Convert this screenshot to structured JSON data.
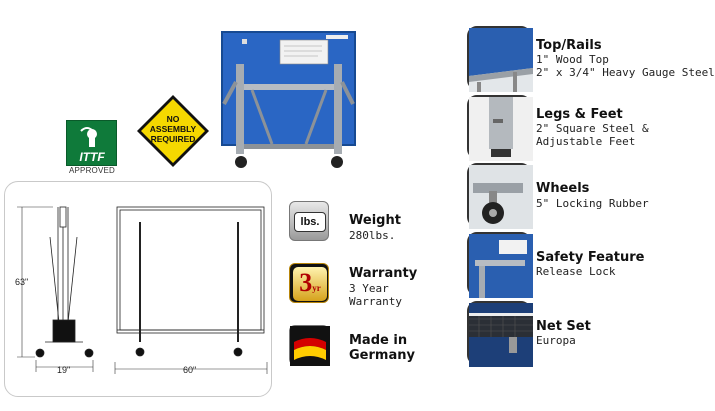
{
  "badges": {
    "ittf_logo_text": "ITTF",
    "ittf_caption": "APPROVED",
    "no_assembly_line1": "NO",
    "no_assembly_line2": "ASSEMBLY",
    "no_assembly_line3": "REQUIRED"
  },
  "diagram": {
    "height_label": "63\"",
    "depth_label": "19\"",
    "width_label": "60\""
  },
  "specs": [
    {
      "icon_text": "lbs.",
      "title": "Weight",
      "lines": [
        "280lbs."
      ]
    },
    {
      "icon_text": "3",
      "icon_suffix": "yr",
      "title": "Warranty",
      "lines": [
        "3 Year",
        "Warranty"
      ]
    },
    {
      "icon_text": "",
      "title_lines": [
        "Made in",
        "Germany"
      ],
      "lines": []
    }
  ],
  "features": [
    {
      "title": "Top/Rails",
      "lines": [
        "1\" Wood Top",
        "2\" x 3/4\" Heavy Gauge Steel"
      ]
    },
    {
      "title": "Legs & Feet",
      "lines": [
        "2\" Square Steel &",
        "Adjustable Feet"
      ]
    },
    {
      "title": "Wheels",
      "lines": [
        "5\" Locking Rubber"
      ]
    },
    {
      "title": "Safety Feature",
      "lines": [
        "Release Lock"
      ]
    },
    {
      "title": "Net Set",
      "lines": [
        "Europa"
      ]
    }
  ],
  "colors": {
    "table_blue": "#1f5fb5",
    "ittf_green": "#0f7a3a",
    "sign_yellow": "#f5d800",
    "frame_gray": "#9aa0a6"
  }
}
